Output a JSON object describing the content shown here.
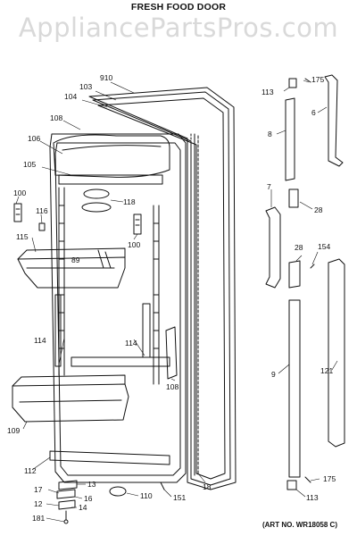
{
  "watermark": "AppliancePartsPros.com",
  "title": "FRESH FOOD DOOR",
  "art_no": "(ART NO. WR18058 C)",
  "part_labels": {
    "p910": "910",
    "p103": "103",
    "p104": "104",
    "p108a": "108",
    "p106": "106",
    "p105": "105",
    "p100a": "100",
    "p116": "116",
    "p118": "118",
    "p100b": "100",
    "p115": "115",
    "p89": "89",
    "p114a": "114",
    "p114b": "114",
    "p108b": "108",
    "p109": "109",
    "p112": "112",
    "p13": "13",
    "p17": "17",
    "p16": "16",
    "p12": "12",
    "p14": "14",
    "p181": "181",
    "p110": "110",
    "p151": "151",
    "p18": "18",
    "p113a": "113",
    "p175a": "175",
    "p6": "6",
    "p8": "8",
    "p7": "7",
    "p28a": "28",
    "p28b": "28",
    "p154": "154",
    "p9": "9",
    "p121": "121",
    "p175b": "175",
    "p113b": "113"
  }
}
